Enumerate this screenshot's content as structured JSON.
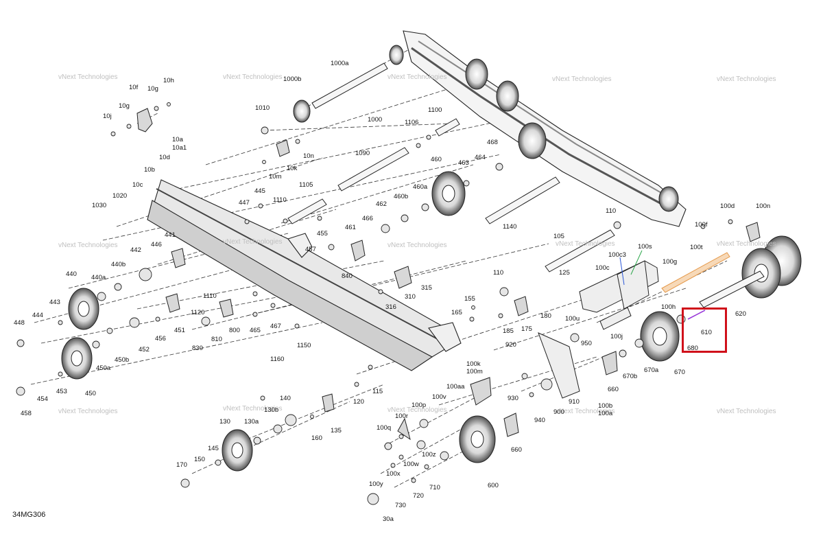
{
  "drawing_code": "34MG306",
  "watermark": "vNext Technologies",
  "highlight_label": "610",
  "labels": {
    "l1000a": "1000a",
    "l1000b": "1000b",
    "l1000": "1000",
    "l1010": "1010",
    "l1100": "1100",
    "l1106": "1106",
    "l1090": "1090",
    "l10n": "10n",
    "l10k": "10k",
    "l10m": "10m",
    "l10a": "10a",
    "l10a1": "10a1",
    "l10d": "10d",
    "l10b": "10b",
    "l10c": "10c",
    "l10f": "10f",
    "l10g": "10g",
    "l10g2": "10g",
    "l10h": "10h",
    "l10j": "10j",
    "l1020": "1020",
    "l1030": "1030",
    "l445": "445",
    "l447": "447",
    "l1110": "1110",
    "l1105": "1105",
    "l460": "460",
    "l463": "463",
    "l464": "464",
    "l468": "468",
    "l460a": "460a",
    "l460b": "460b",
    "l462": "462",
    "l466": "466",
    "l461": "461",
    "l455": "455",
    "l457": "457",
    "l840": "840",
    "l1140": "1140",
    "l110a": "110",
    "l105": "105",
    "l100s": "100s",
    "l100c3": "100c3",
    "l100c": "100c",
    "l100g": "100g",
    "l100t": "100t",
    "l100d": "100d",
    "l100n": "100n",
    "l100f": "100f",
    "l100h": "100h",
    "l620": "620",
    "l610": "610",
    "l680": "680",
    "l670": "670",
    "l670a": "670a",
    "l670b": "670b",
    "l660": "660",
    "l950": "950",
    "l100u": "100u",
    "l100j": "100j",
    "l125": "125",
    "l110b": "110",
    "l180": "180",
    "l175": "175",
    "l185": "185",
    "l155": "155",
    "l165": "165",
    "l315": "315",
    "l310": "310",
    "l316": "316",
    "l440": "440",
    "l440a": "440a",
    "l440b": "440b",
    "l442": "442",
    "l446": "446",
    "l441": "441",
    "l443": "443",
    "l444": "444",
    "l448": "448",
    "l450": "450",
    "l450a": "450a",
    "l450b": "450b",
    "l452": "452",
    "l453": "453",
    "l454": "454",
    "l458": "458",
    "l456": "456",
    "l451": "451",
    "l1120": "1120",
    "l1110b": "1110",
    "l830": "830",
    "l810": "810",
    "l800": "800",
    "l465": "465",
    "l467": "467",
    "l1160": "1160",
    "l1150": "1150",
    "l120": "120",
    "l115": "115",
    "l920": "920",
    "l930": "930",
    "l940": "940",
    "l910": "910",
    "l900": "900",
    "l100b": "100b",
    "l100a": "100a",
    "l100k": "100k",
    "l100m": "100m",
    "l100aa": "100aa",
    "l100v": "100v",
    "l100p": "100p",
    "l100r": "100r",
    "l100q": "100q",
    "l100z": "100z",
    "l100w": "100w",
    "l100x": "100x",
    "l100y": "100y",
    "l710": "710",
    "l720": "720",
    "l730": "730",
    "l30a": "30a",
    "l600": "600",
    "l660b": "660",
    "l140": "140",
    "l130b": "130b",
    "l130": "130",
    "l130a": "130a",
    "l135": "135",
    "l160": "160",
    "l145": "145",
    "l150": "150",
    "l170": "170"
  }
}
